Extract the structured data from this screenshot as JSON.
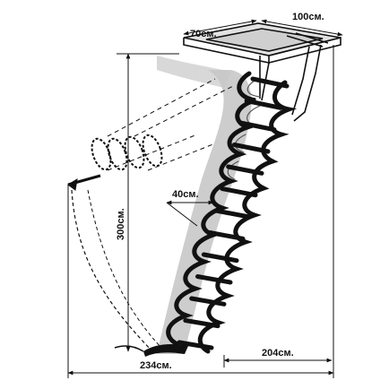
{
  "dimensions": {
    "hatch_width": "70см.",
    "hatch_length": "100см.",
    "height": "300см.",
    "step_width": "40см.",
    "projection": "204см.",
    "total_length": "234см."
  },
  "colors": {
    "ink": "#111111",
    "shadow": "#b9b9b9",
    "hatch_fill": "#dcdcdc"
  },
  "diagram": {
    "ladder_links": 13
  }
}
